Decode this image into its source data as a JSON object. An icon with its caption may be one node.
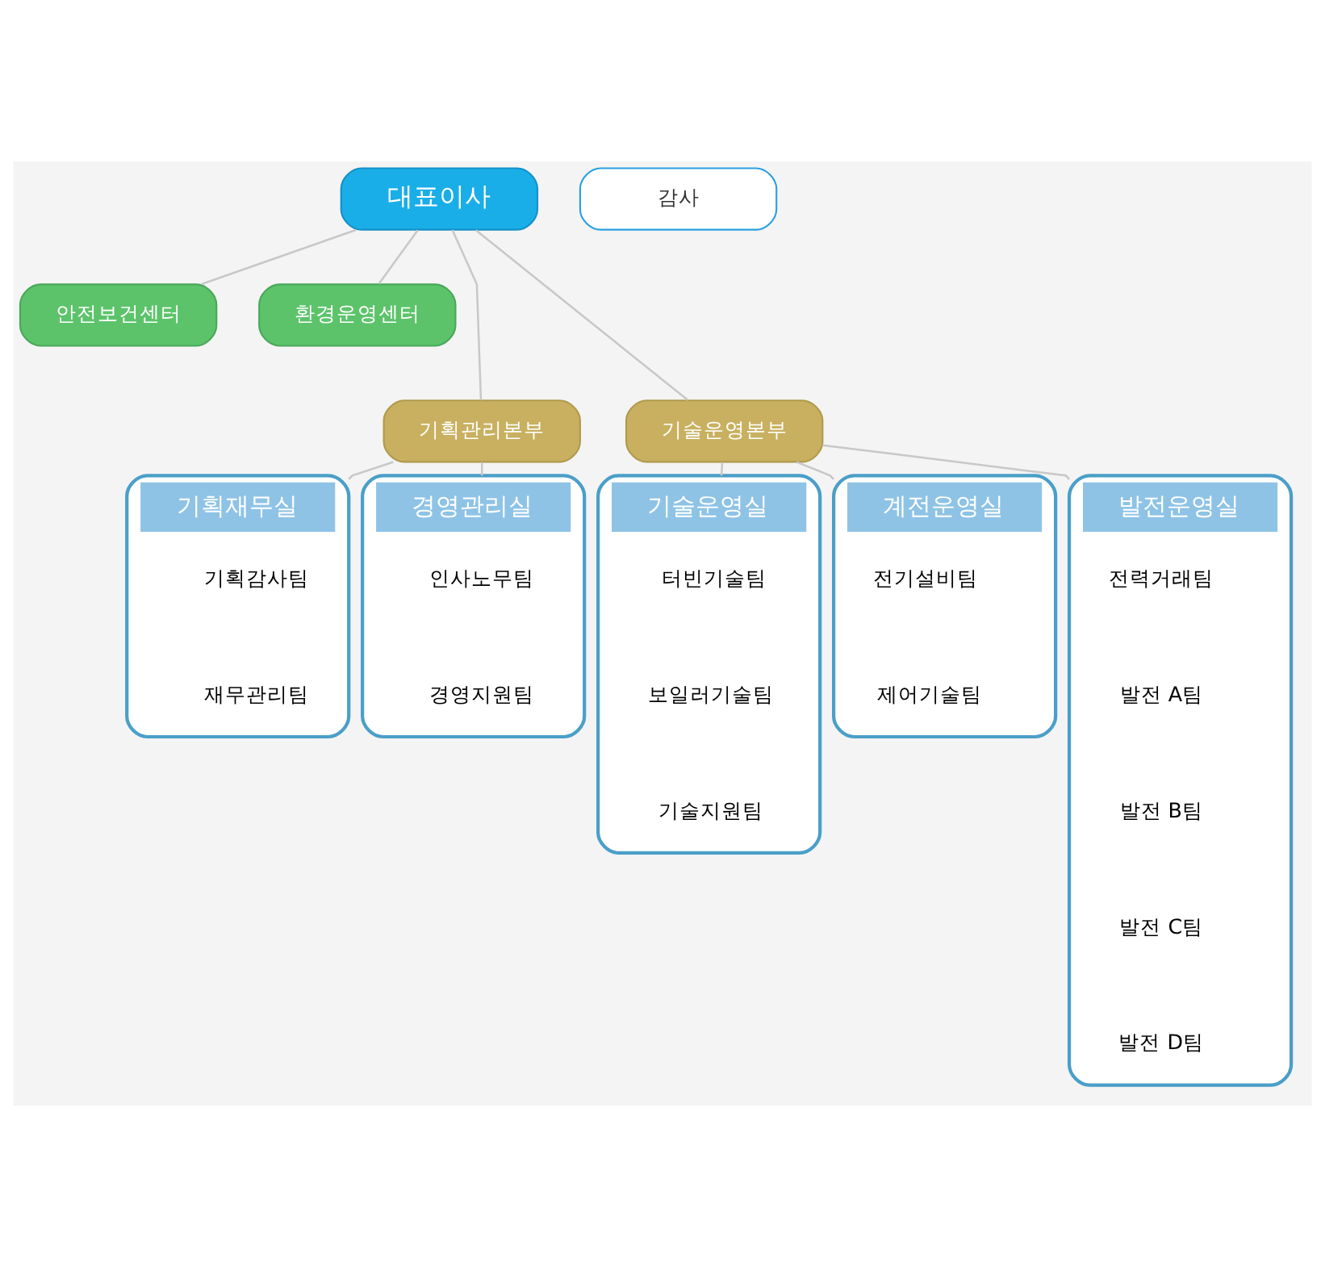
{
  "diagram": {
    "nodes": [
      {
        "text": [
          "대표이사"
        ]
      },
      {
        "text": [
          "감사"
        ]
      },
      {
        "text": [
          "안전보건센터"
        ]
      },
      {
        "text": [
          "환경운영센터"
        ]
      },
      {
        "text": [
          "기획관리본부"
        ]
      },
      {
        "text": [
          "기술운영본부"
        ]
      },
      {
        "text": [
          "기획재무실"
        ]
      },
      {
        "text": [
          "기획감사팀"
        ],
        "in": 6
      },
      {
        "text": [
          "재무관리팀"
        ],
        "in": 6
      },
      {
        "text": [
          "경영관리실"
        ]
      },
      {
        "text": [
          "인사노무팀"
        ],
        "in": 9
      },
      {
        "text": [
          "경영지원팀"
        ],
        "in": 9
      },
      {
        "text": [
          "기술운영실"
        ]
      },
      {
        "text": [
          "터빈기술팀"
        ],
        "in": 12
      },
      {
        "text": [
          "보일러기술팀"
        ],
        "in": 12
      },
      {
        "text": [
          "기술지원팀"
        ],
        "in": 12
      },
      {
        "text": [
          "계전운영실"
        ]
      },
      {
        "text": [
          "전기설비팀"
        ],
        "in": 16
      },
      {
        "text": [
          "제어기술팀"
        ],
        "in": 16
      },
      {
        "text": [
          "발전운영실"
        ]
      },
      {
        "text": [
          "전력거래팀"
        ],
        "in": 19
      },
      {
        "text": [
          "발전 A팀"
        ],
        "in": 19
      },
      {
        "text": [
          "발전 B팀"
        ],
        "in": 19
      },
      {
        "text": [
          "발전 C팀"
        ],
        "in": 19
      },
      {
        "text": [
          "발전 D팀"
        ],
        "in": 19
      }
    ],
    "edges": [
      {
        "from": 0,
        "to": 2,
        "arrow": "none"
      },
      {
        "from": 0,
        "to": 3,
        "arrow": "none"
      },
      {
        "from": 0,
        "to": 4,
        "arrow": "none"
      },
      {
        "from": 0,
        "to": 5,
        "arrow": "none"
      },
      {
        "from": 4,
        "to": 6,
        "arrow": "none"
      },
      {
        "from": 4,
        "to": 9,
        "arrow": "none"
      },
      {
        "from": 5,
        "to": 12,
        "arrow": "none"
      },
      {
        "from": 5,
        "to": 16,
        "arrow": "none"
      },
      {
        "from": 5,
        "to": 19,
        "arrow": "none"
      }
    ]
  }
}
